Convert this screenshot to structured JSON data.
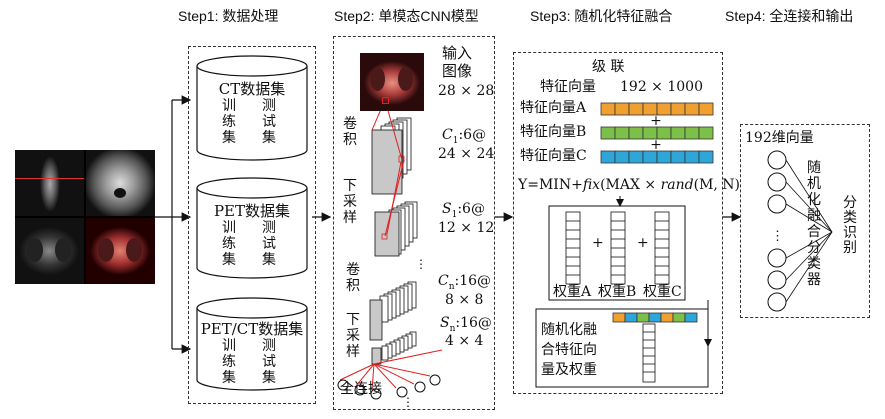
{
  "steps": [
    "Step1: 数据处理",
    "Step2: 单模态CNN模型",
    "Step3: 随机化特征融合",
    "Step4: 全连接和输出"
  ],
  "datasets": [
    {
      "name": "CT数据集",
      "cols": [
        "训",
        "测"
      ],
      "rows": [
        [
          "训",
          "测"
        ],
        [
          "练",
          "试"
        ],
        [
          "集",
          "集"
        ]
      ]
    },
    {
      "name": "PET数据集",
      "rows": [
        [
          "训",
          "测"
        ],
        [
          "练",
          "试"
        ],
        [
          "集",
          "集"
        ]
      ]
    },
    {
      "name": "PET/CT数据集",
      "rows": [
        [
          "训",
          "测"
        ],
        [
          "练",
          "试"
        ],
        [
          "集",
          "集"
        ]
      ]
    }
  ],
  "cnn": {
    "input_label_1": "输入",
    "input_label_2": "图像",
    "input_size": "28 × 28",
    "conv1": [
      "卷",
      "积"
    ],
    "c1_label": "C",
    "c1_sub": "1",
    "c1_val": ":6@",
    "c1_size": "24 × 24",
    "pool1": [
      "下",
      "采",
      "样"
    ],
    "s1_label": "S",
    "s1_sub": "1",
    "s1_val": ":6@",
    "s1_size": "12 × 12",
    "conv2": [
      "卷",
      "积"
    ],
    "cn_label": "C",
    "cn_sub": "n",
    "cn_val": ":16@",
    "cn_size": "8 × 8",
    "pool2": [
      "下",
      "采",
      "样"
    ],
    "sn_label": "S",
    "sn_sub": "n",
    "sn_val": ":16@",
    "sn_size": "4 × 4",
    "fc_label": "全连接"
  },
  "fusion": {
    "cascade_1": "级  联",
    "cascade_2": "特征向量",
    "cascade_size": "192 × 1000",
    "vec_a": "特征向量A",
    "vec_b": "特征向量B",
    "vec_c": "特征向量C",
    "plus": "+",
    "formula_prefix": "Y=MIN+",
    "formula_fix": "fix",
    "formula_mid": "(MAX × ",
    "formula_rand": "rand",
    "formula_end": "(M, N)",
    "weight_a": "权重A",
    "weight_b": "权重B",
    "weight_c": "权重C",
    "result_lines": [
      "随机化融",
      "合特征向",
      "量及权重"
    ]
  },
  "output": {
    "vector_label": "192维向量",
    "classifier": [
      "随",
      "机",
      "化",
      "融",
      "合",
      "分",
      "类",
      "器"
    ],
    "result": [
      "分",
      "类",
      "识",
      "别"
    ]
  },
  "colors": {
    "vec_a": "#f0a030",
    "vec_b": "#7cc04a",
    "vec_c": "#2fa6d8",
    "red_line": "#e02020"
  }
}
